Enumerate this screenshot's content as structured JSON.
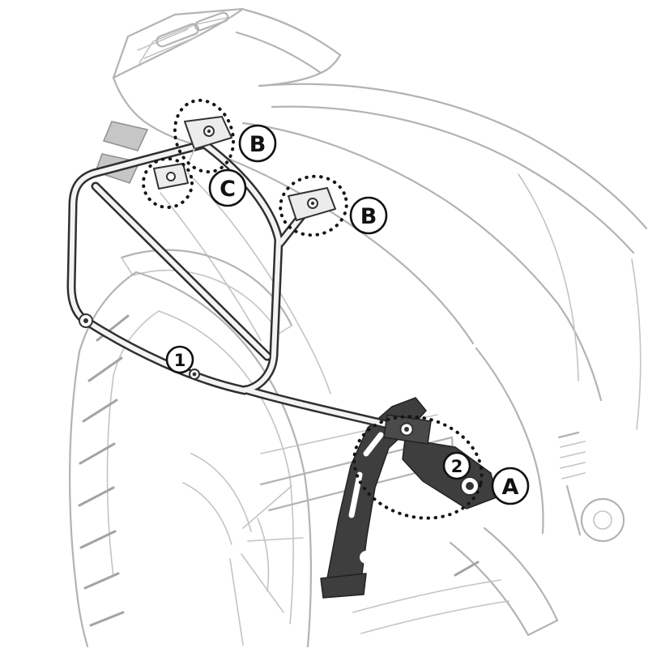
{
  "callouts": {
    "b_top": {
      "label": "B"
    },
    "c": {
      "label": "C"
    },
    "b_mid": {
      "label": "B"
    },
    "step_1": {
      "label": "1"
    },
    "step_2": {
      "label": "2"
    },
    "a": {
      "label": "A"
    }
  },
  "colors": {
    "background": "#ffffff",
    "bike_line": "#b3b3b3",
    "rack_line": "#2f2f2f",
    "bracket_fill": "#3e3e3e",
    "detail_dotted": "#151515",
    "callout_fill": "#ffffff",
    "callout_stroke": "#111111",
    "callout_text": "#111111"
  }
}
